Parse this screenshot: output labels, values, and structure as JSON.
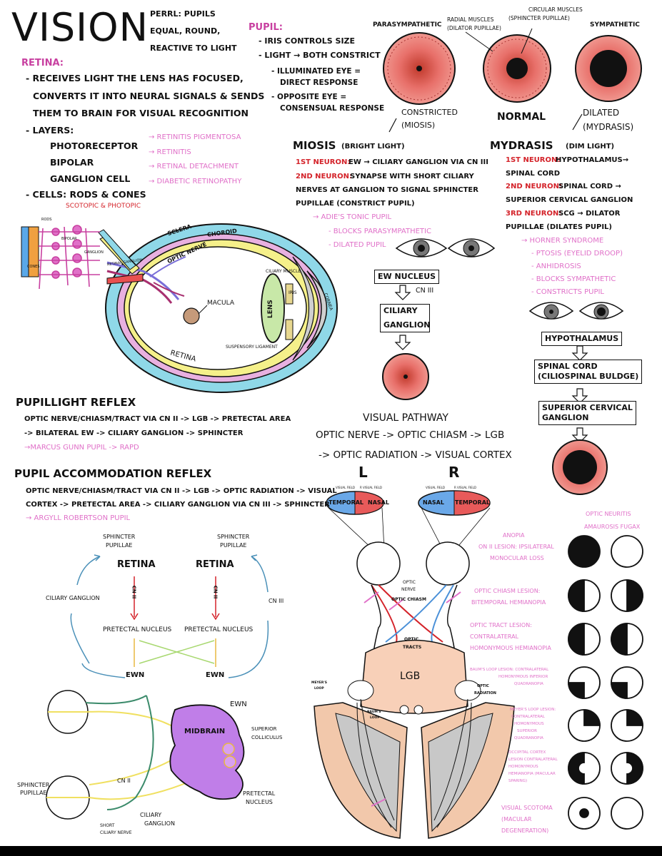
{
  "title": "VISION",
  "perrl": [
    "PERRL: PUPILS",
    "EQUAL, ROUND,",
    "REACTIVE TO LIGHT"
  ],
  "retina": {
    "heading": "RETINA:",
    "lines": [
      "- RECEIVES LIGHT THE LENS HAS FOCUSED,",
      "CONVERTS IT INTO NEURAL SIGNALS & SENDS",
      "THEM TO BRAIN FOR VISUAL RECOGNITION"
    ],
    "layers_label": "- LAYERS:",
    "layers": [
      "PHOTORECEPTOR",
      "BIPOLAR",
      "GANGLION CELL"
    ],
    "diseases": [
      "→ RETINITIS PIGMENTOSA",
      "→ RETINITIS",
      "→ RETINAL DETACHMENT",
      "→ DIABETIC RETINOPATHY"
    ],
    "cells": "- CELLS: RODS & CONES",
    "scotopic": "SCOTOPIC & PHOTOPIC"
  },
  "pupil": {
    "heading": "PUPIL:",
    "lines": [
      "- IRIS CONTROLS SIZE",
      "- LIGHT → BOTH CONSTRICT",
      "- ILLUMINATED EYE =",
      "DIRECT RESPONSE",
      "- OPPOSITE EYE =",
      "CONSENSUAL RESPONSE"
    ]
  },
  "iris": {
    "parasympathetic": "PARASYMPATHETIC",
    "radial": [
      "RADIAL MUSCLES",
      "(DILATOR PUPILLAE)"
    ],
    "circular": [
      "CIRCULAR MUSCLES",
      "(SPHINCTER PUPILLAE)"
    ],
    "sympathetic": "SYMPATHETIC",
    "constricted": [
      "CONSTRICTED",
      "(MIOSIS)"
    ],
    "normal": "NORMAL",
    "dilated": [
      "DILATED",
      "(MYDRASIS)"
    ]
  },
  "miosis": {
    "heading": "MIOSIS",
    "sub": "(BRIGHT LIGHT)",
    "n1_label": "1ST NEURON:",
    "n1": "EW → CILIARY GANGLION VIA CN III",
    "n2_label": "2ND NEURON:",
    "n2": "SYNAPSE WITH SHORT CILIARY",
    "n2_more": [
      "NERVES AT GANGLION TO SIGNAL SPHINCTER",
      "PUPILLAE (CONSTRICT PUPIL)"
    ],
    "adie": [
      "→ ADIE'S TONIC PUPIL",
      "- BLOCKS PARASYMPATHETIC",
      "- DILATED PUPIL"
    ],
    "flow": [
      "EW NUCLEUS",
      "CN III",
      "CILIARY",
      "GANGLION"
    ]
  },
  "mydriasis": {
    "heading": "MYDRASIS",
    "sub": "(DIM LIGHT)",
    "n1_label": "1ST NEURON:",
    "n1": "HYPOTHALAMUS→",
    "n1_more": "SPINAL CORD",
    "n2_label": "2ND NEURON:",
    "n2": "SPINAL CORD →",
    "n2_more": "SUPERIOR CERVICAL GANGLION",
    "n3_label": "3RD NEURON:",
    "n3": "SCG → DILATOR",
    "n3_more": "PUPILLAE (DILATES PUPIL)",
    "horner": [
      "→ HORNER SYNDROME",
      "- PTOSIS (EYELID DROOP)",
      "- ANHIDROSIS",
      "- BLOCKS SYMPATHETIC",
      "- CONSTRICTS PUPIL"
    ],
    "flow": [
      "HYPOTHALAMUS",
      "SPINAL CORD",
      "(CILIOSPINAL BULDGE)",
      "SUPERIOR CERVICAL",
      "GANGLION"
    ]
  },
  "eye_labels": {
    "sclera": "SCLERA",
    "choroid": "CHOROID",
    "optic_nerve": "OPTIC NERVE",
    "macula": "MACULA",
    "lens": "LENS",
    "retina": "RETINA",
    "ciliary": "CILIARY MUSCLE",
    "suspensory": "SUSPENSORY LIGAMENT",
    "iris": "IRIS",
    "cornea": "CORNEA",
    "rods": "RODS",
    "cones": "CONES",
    "bipolar": "BIPOLAR",
    "ganglion": "GANGLION",
    "retinal_ganglion": "RETINAL GANGLION"
  },
  "light_reflex": {
    "heading": "PUPILLIGHT REFLEX",
    "lines": [
      "OPTIC NERVE/CHIASM/TRACT VIA CN II -> LGB -> PRETECTAL AREA",
      "-> BILATERAL EW -> CILIARY GANGLION -> SPHINCTER"
    ],
    "marcus": "→MARCUS GUNN PUPIL -> RAPD"
  },
  "accommodation": {
    "heading": "PUPIL ACCOMMODATION REFLEX",
    "lines": [
      "OPTIC NERVE/CHIASM/TRACT VIA CN II -> LGB -> OPTIC RADIATION -> VISUAL",
      "CORTEX -> PRETECTAL AREA -> CILIARY GANGLION VIA CN III -> SPHINCTER"
    ],
    "argyll": "→ ARGYLL ROBERTSON PUPIL"
  },
  "reflex_diagram": {
    "sphincter": [
      "SPHINCTER",
      "PUPILLAE"
    ],
    "retina": "RETINA",
    "cn2": "CN II",
    "cn3": "CN III",
    "ciliary": "CILIARY GANGLION",
    "pretectal": "PRETECTAL NUCLEUS",
    "ewn": "EWN"
  },
  "midbrain": {
    "ewn": "EWN",
    "midbrain": "MIDBRAIN",
    "superior": [
      "SUPERIOR",
      "COLLICULUS"
    ],
    "pretectal": [
      "PRETECTAL",
      "NUCLEUS"
    ],
    "cn2": "CN II",
    "sphincter": [
      "SPHINCTER",
      "PUPILLAE"
    ],
    "short": [
      "SHORT",
      "CILIARY NERVE"
    ],
    "ciliary": [
      "CILIARY",
      "GANGLION"
    ]
  },
  "pathway": {
    "heading": "VISUAL PATHWAY",
    "line1": "OPTIC NERVE -> OPTIC CHIASM -> LGB",
    "line2": "-> OPTIC RADIATION -> VISUAL CORTEX",
    "left": "L",
    "right": "R",
    "temporal": "TEMPORAL",
    "nasal": "NASAL",
    "field_t": "VISUAL FIELD",
    "field_n": "R VISUAL FIELD",
    "optic_nerve": [
      "OPTIC",
      "NERVE"
    ],
    "chiasm": "OPTIC CHIASM",
    "tracts": [
      "OPTIC",
      "TRACTS"
    ],
    "lgb": "LGB",
    "meyers": [
      "MEYER'S",
      "LOOP"
    ],
    "baums": [
      "BAUM'S",
      "LOOP"
    ],
    "radiation": [
      "OPTIC",
      "RADIATION"
    ]
  },
  "deficits": {
    "neuritis": [
      "OPTIC NEURITIS",
      "AMAUROSIS FUGAX"
    ],
    "anopia": [
      "ANOPIA",
      "ON II LESION: IPSILATERAL",
      "MONOCULAR LOSS"
    ],
    "chiasm": [
      "OPTIC CHIASM LESION:",
      "BITEMPORAL HEMIANOPIA"
    ],
    "tract": [
      "OPTIC TRACT LESION:",
      "CONTRALATERAL",
      "HOMONYMOUS HEMIANOPIA"
    ],
    "baum": [
      "BAUM'S LOOP LESION: CONTRALATERAL",
      "HOMONYMOUS INFERIOR",
      "QUADRANOPIA"
    ],
    "meyer": [
      "MEYER'S LOOP LESION:",
      "CONTRALATERAL",
      "HOMONYMOUS",
      "SUPERIOR",
      "QUADRANOPIA"
    ],
    "occipital": [
      "OCCIPITAL CORTEX",
      "LESION CONTRALATERAL",
      "HOMONYMOUS",
      "HEMIANOPIA (MACULAR",
      "SPARING)"
    ],
    "scotoma": [
      "VISUAL SCOTOMA",
      "(MACULAR",
      "DEGENERATION)"
    ]
  },
  "colors": {
    "magenta": "#e070c8",
    "red": "#d4232a",
    "iris": "#e8706a",
    "purple": "#c07ee8",
    "lgb": "#f8d0b8",
    "blue": "#6aa8e8"
  }
}
